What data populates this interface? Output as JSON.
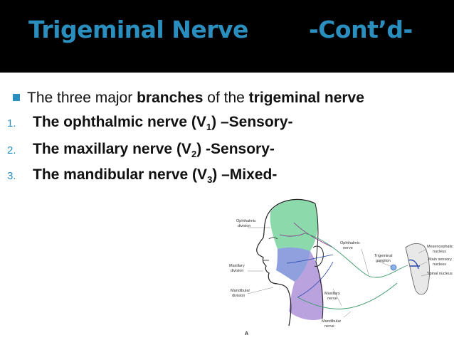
{
  "title": {
    "left": "Trigeminal Nerve",
    "right": "-Cont’d-"
  },
  "colors": {
    "title_bar": "#000000",
    "title_text": "#2a8fbf",
    "bullet": "#2a8fbf",
    "ophthalmic": "#6fcf97",
    "maxillary": "#7b8fd8",
    "mandibular": "#a98bd6"
  },
  "intro": {
    "pre": "The three major ",
    "b1": "branches",
    "mid": " of the ",
    "b2": "trigeminal nerve"
  },
  "items": [
    {
      "num": "1.",
      "text": "The ophthalmic nerve (V",
      "sub": "1",
      "post": ") –Sensory-"
    },
    {
      "num": "2.",
      "text": "The maxillary nerve (V",
      "sub": "2",
      "post": ")  -Sensory-"
    },
    {
      "num": "3.",
      "text": "The mandibular nerve (V",
      "sub": "3",
      "post": ") –Mixed-"
    }
  ],
  "figure": {
    "labels": {
      "ophthalmic_division_1": "Ophthalmic",
      "ophthalmic_division_2": "division",
      "maxillary_division_1": "Maxillary",
      "maxillary_division_2": "division",
      "mandibular_division_1": "Mandibular",
      "mandibular_division_2": "division",
      "ophthalmic_nerve_1": "Ophthalmic",
      "ophthalmic_nerve_2": "nerve",
      "trigeminal_ganglion_1": "Trigeminal",
      "trigeminal_ganglion_2": "ganglion",
      "maxillary_nerve_1": "Maxillary",
      "maxillary_nerve_2": "nerve",
      "mandibular_nerve_1": "Mandibular",
      "mandibular_nerve_2": "nerve",
      "mesencephalic_1": "Mesencephalic",
      "mesencephalic_2": "nucleus",
      "main_sensory_1": "Main sensory",
      "main_sensory_2": "nucleus",
      "spinal_nucleus": "Spinal nucleus",
      "panel_letter": "A"
    }
  }
}
